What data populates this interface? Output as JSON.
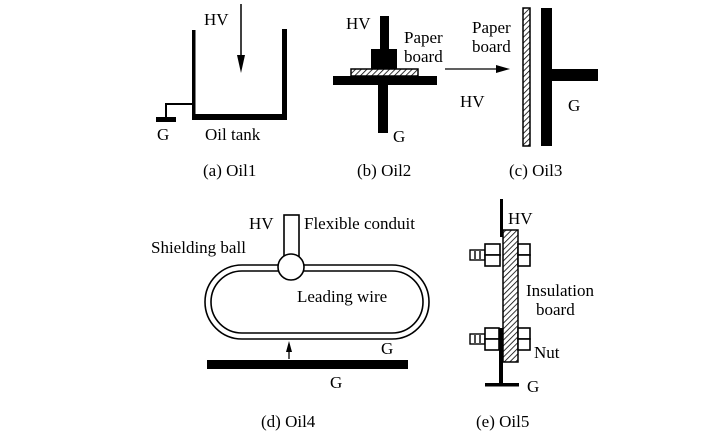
{
  "figure": {
    "panels": [
      {
        "id": "a",
        "caption": "(a) Oil1",
        "labels": {
          "hv": "HV",
          "ground": "G",
          "tank": "Oil tank"
        }
      },
      {
        "id": "b",
        "caption": "(b) Oil2",
        "labels": {
          "hv": "HV",
          "ground": "G",
          "paper_line1": "Paper",
          "paper_line2": "board"
        }
      },
      {
        "id": "c",
        "caption": "(c) Oil3",
        "labels": {
          "hv": "HV",
          "ground": "G",
          "paper_line1": "Paper",
          "paper_line2": "board"
        }
      },
      {
        "id": "d",
        "caption": "(d) Oil4",
        "labels": {
          "hv": "HV",
          "conduit": "Flexible conduit",
          "ball": "Shielding ball",
          "wire": "Leading wire",
          "ground_wire": "G",
          "ground_plate": "G"
        }
      },
      {
        "id": "e",
        "caption": "(e) Oil5",
        "labels": {
          "hv": "HV",
          "board_line1": "Insulation",
          "board_line2": "board",
          "nut": "Nut",
          "ground": "G"
        }
      }
    ]
  }
}
